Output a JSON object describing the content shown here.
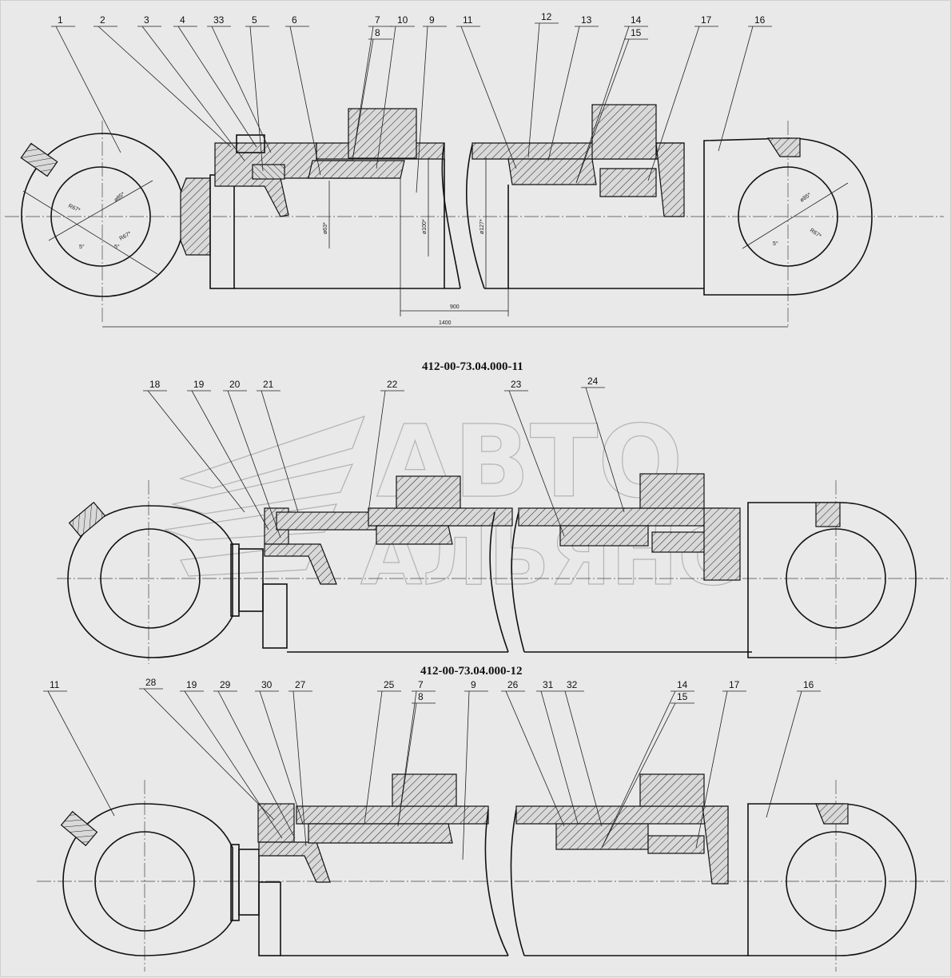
{
  "views": {
    "top": {
      "callouts": [
        "1",
        "2",
        "3",
        "4",
        "33",
        "5",
        "6",
        "7",
        "8",
        "10",
        "9",
        "11",
        "12",
        "13",
        "14",
        "15",
        "17",
        "16"
      ],
      "dimensions": {
        "bore": "ø63*",
        "rod_inner": "ø100*",
        "body": "ø127*",
        "eye_left": "ø85*",
        "eye_right": "ø85*",
        "radius_left_a": "R67*",
        "radius_left_b": "R67*",
        "radius_right": "R67*",
        "angle_l1": "5°",
        "angle_l2": "5°",
        "angle_r": "5°",
        "stroke": "900",
        "length": "1400"
      }
    },
    "middle": {
      "title": "412-00-73.04.000-11",
      "callouts": [
        "18",
        "19",
        "20",
        "21",
        "22",
        "23",
        "24"
      ]
    },
    "bottom": {
      "title": "412-00-73.04.000-12",
      "callouts": [
        "11",
        "28",
        "19",
        "29",
        "30",
        "27",
        "25",
        "7",
        "8",
        "9",
        "26",
        "31",
        "32",
        "14",
        "15",
        "17",
        "16"
      ]
    }
  },
  "watermark": {
    "line1": "АВТО",
    "line2": "АЛЬЯНС"
  }
}
